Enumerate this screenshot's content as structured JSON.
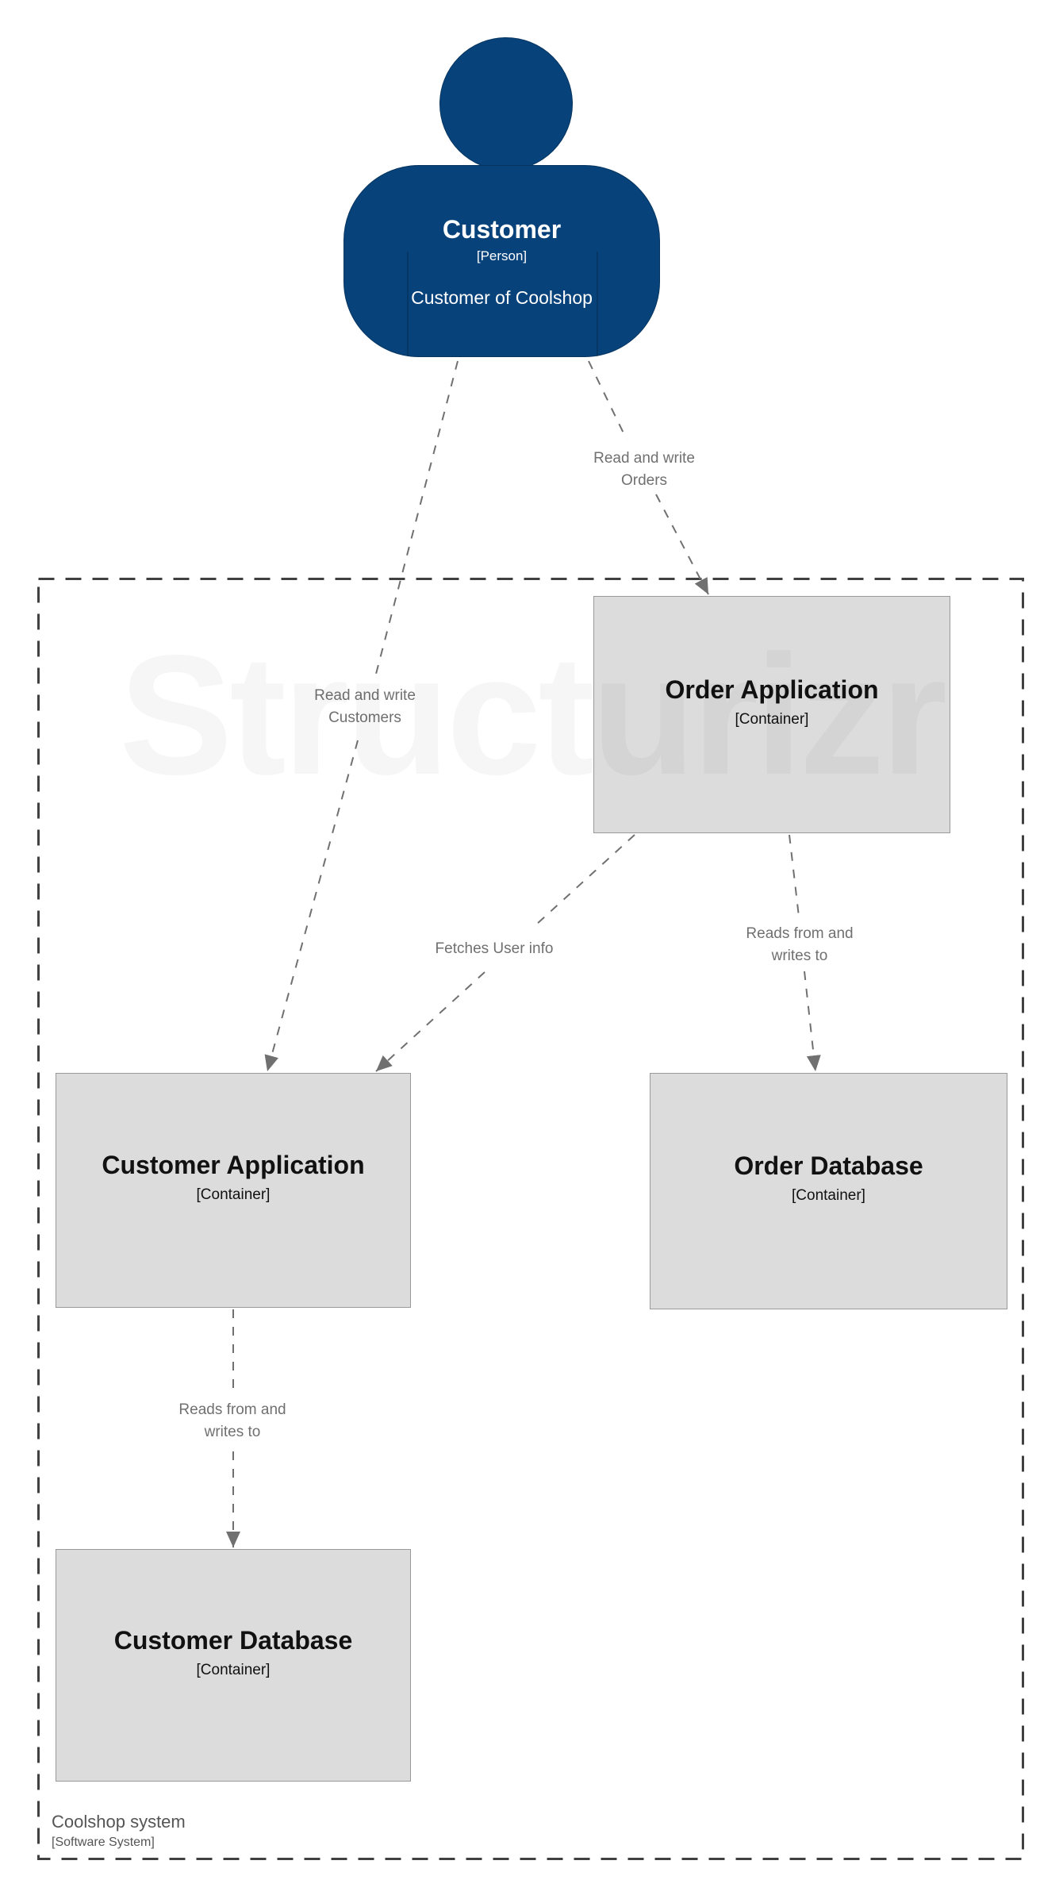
{
  "diagram": {
    "watermark": "Structurizr",
    "person": {
      "name": "Customer",
      "meta": "[Person]",
      "description": "Customer of Coolshop"
    },
    "elements": [
      {
        "name": "Order Application",
        "meta": "[Container]"
      },
      {
        "name": "Customer Application",
        "meta": "[Container]"
      },
      {
        "name": "Order Database",
        "meta": "[Container]"
      },
      {
        "name": "Customer Database",
        "meta": "[Container]"
      }
    ],
    "relationships": [
      {
        "label": "Read and write\nOrders"
      },
      {
        "label": "Read and write\nCustomers"
      },
      {
        "label": "Fetches User info"
      },
      {
        "label": "Reads from and\nwrites to"
      },
      {
        "label": "Reads from and\nwrites to"
      }
    ],
    "boundary": {
      "name": "Coolshop system",
      "meta": "[Software System]"
    },
    "colors": {
      "person_bg": "#08427b",
      "person_text": "#ffffff",
      "container_bg": "#dcdcdc",
      "container_border": "#9a9a9a",
      "container_text": "#111111",
      "relationship": "#707070",
      "boundary_border": "#404040"
    }
  }
}
